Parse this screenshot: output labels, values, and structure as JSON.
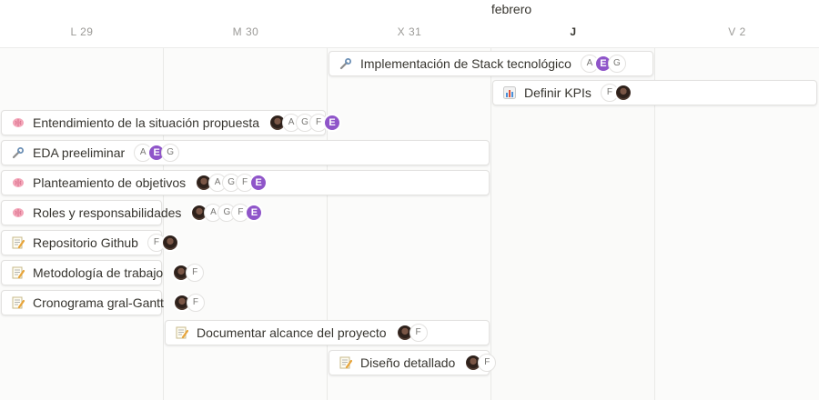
{
  "month_label": "febrero",
  "days": [
    {
      "label": "L   29",
      "today": false
    },
    {
      "label": "M   30",
      "today": false
    },
    {
      "label": "X   31",
      "today": false
    },
    {
      "label": "J",
      "today": true
    },
    {
      "label": "V   2",
      "today": false
    }
  ],
  "tasks": [
    {
      "title": "Implementación de Stack tecnológico",
      "icon": "wrench-icon",
      "assignees": [
        "A",
        "E",
        "G"
      ]
    },
    {
      "title": "Definir KPIs",
      "icon": "bar-chart-icon",
      "assignees": [
        "F",
        "photo"
      ]
    },
    {
      "title": "Entendimiento de la situación propuesta",
      "icon": "brain-icon",
      "assignees": [
        "photo",
        "A",
        "G",
        "F",
        "E"
      ]
    },
    {
      "title": "EDA preeliminar",
      "icon": "wrench-icon",
      "assignees": [
        "A",
        "E",
        "G"
      ]
    },
    {
      "title": "Planteamiento de objetivos",
      "icon": "brain-icon",
      "assignees": [
        "photo",
        "A",
        "G",
        "F",
        "E"
      ]
    },
    {
      "title": "Roles y responsabilidades",
      "icon": "brain-icon",
      "assignees": [
        "photo",
        "A",
        "G",
        "F",
        "E"
      ]
    },
    {
      "title": "Repositorio Github",
      "icon": "memo-icon",
      "assignees": [
        "F",
        "photo"
      ]
    },
    {
      "title": "Metodología de trabajo",
      "icon": "memo-icon",
      "assignees": [
        "photo",
        "F"
      ]
    },
    {
      "title": "Cronograma gral-Gantt",
      "icon": "memo-icon",
      "assignees": [
        "photo",
        "F"
      ]
    },
    {
      "title": "Documentar alcance del proyecto",
      "icon": "memo-icon",
      "assignees": [
        "photo",
        "F"
      ]
    },
    {
      "title": "Diseño detallado",
      "icon": "memo-icon",
      "assignees": [
        "photo",
        "F"
      ]
    }
  ],
  "colors": {
    "accent_purple": "#8f55c9",
    "border": "#e3e2e0",
    "text": "#37352f",
    "muted": "#9b9a97"
  }
}
